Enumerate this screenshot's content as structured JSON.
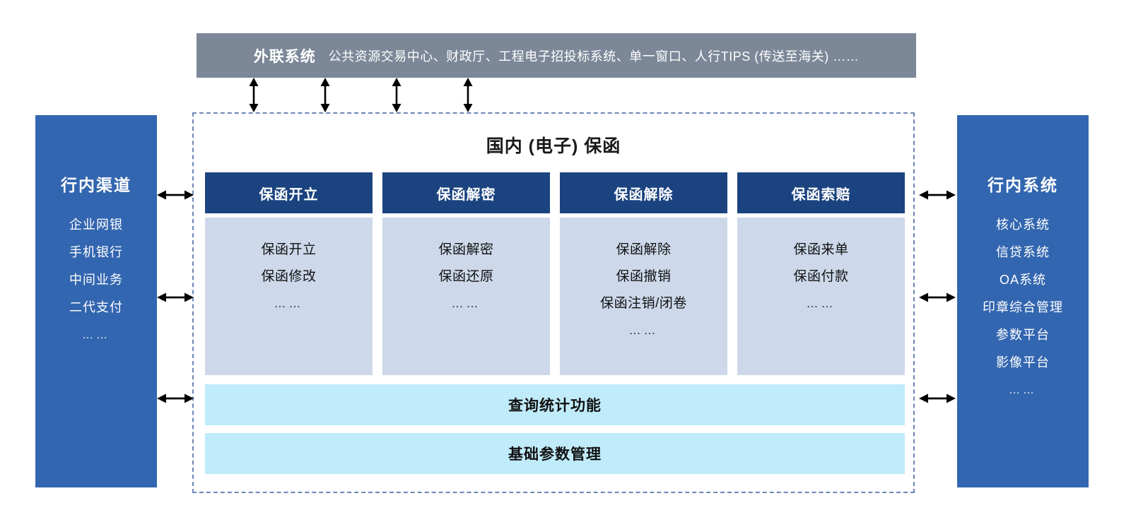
{
  "external": {
    "title": "外联系统",
    "description": "公共资源交易中心、财政厅、工程电子招投标系统、单一窗口、人行TIPS (传送至海关) ……"
  },
  "core": {
    "title": "国内 (电子) 保函",
    "columns": [
      {
        "header": "保函开立",
        "items": [
          "保函开立",
          "保函修改",
          "……"
        ]
      },
      {
        "header": "保函解密",
        "items": [
          "保函解密",
          "保函还原",
          "……"
        ]
      },
      {
        "header": "保函解除",
        "items": [
          "保函解除",
          "保函撤销",
          "保函注销/闭卷",
          "……"
        ]
      },
      {
        "header": "保函索赔",
        "items": [
          "保函来单",
          "保函付款",
          "……"
        ]
      }
    ],
    "wide_bars": {
      "query": "查询统计功能",
      "params": "基础参数管理"
    }
  },
  "left_panel": {
    "title": "行内渠道",
    "items": [
      "企业网银",
      "手机银行",
      "中间业务",
      "二代支付",
      "……"
    ]
  },
  "right_panel": {
    "title": "行内系统",
    "items": [
      "核心系统",
      "信贷系统",
      "OA系统",
      "印章综合管理",
      "参数平台",
      "影像平台",
      "……"
    ]
  },
  "colors": {
    "banner_grey": "#7C8798",
    "header_navy": "#1B4380",
    "body_lavender": "#CDD8EA",
    "bar_cyan": "#C0EBFB",
    "panel_blue": "#3366B0",
    "dashed_border": "#6B86B5",
    "arrow_black": "#000000"
  },
  "arrows": {
    "vertical_count": 4,
    "horizontal_left_count": 3,
    "horizontal_right_count": 3,
    "style": "double-headed"
  }
}
